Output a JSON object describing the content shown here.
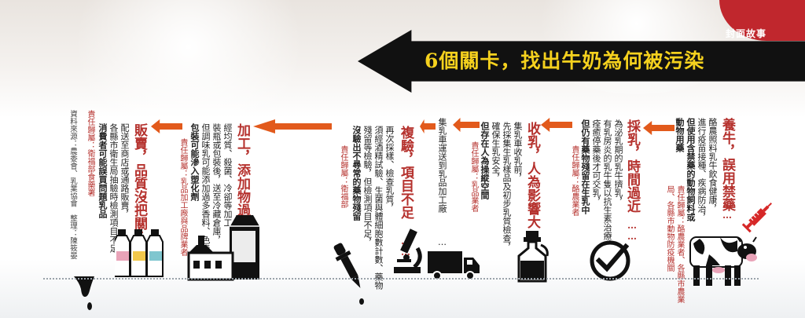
{
  "header": {
    "title": "6個關卡，找出牛奶為何被污染",
    "tag": "封面故事"
  },
  "stages": {
    "s1": {
      "heading": "養牛，誤用禁藥",
      "dots": "……",
      "lines": [
        "酪農照料乳牛飲食健康，",
        "進行疫苗接種、疾病防治，"
      ],
      "bold_lines": [
        "但使用含禁藥的動物飼料或",
        "動物用藥"
      ],
      "resp": [
        "責任歸屬：酪農業者、各縣市農業",
        "局、各縣市動物防疫機關"
      ]
    },
    "s2": {
      "heading": "採乳，時間過近",
      "dots": "……",
      "lines": [
        "為泌乳期的乳牛擠乳，",
        "有乳房炎的乳牛隻以抗生素治療，",
        "痊癒停藥後才可交乳，"
      ],
      "bold_lines": [
        "但仍有藥物殘留在生乳中"
      ],
      "resp": [
        "責任歸屬：酪農業者"
      ]
    },
    "s3": {
      "heading": "收乳，人為影響大",
      "dots": "……",
      "lines": [
        "集乳車收乳前，",
        "先採集生乳樣品及初步乳質檢查，",
        "確保生乳安全，"
      ],
      "bold_lines": [
        "但存在人為操縱空間"
      ],
      "resp": [
        "責任歸屬：乳品業者"
      ]
    },
    "s4": {
      "lines": [
        "集乳車運送到乳品加工廠"
      ],
      "dots": "……"
    },
    "s5": {
      "heading": "複驗，項目不足",
      "dots": "……",
      "lines": [
        "再次採樣、檢查乳質，",
        "須經酒精試驗、生菌與體細胞數計數、藥物",
        "殘留等檢驗，但檢測項目不足，"
      ],
      "bold_lines": [
        "沒驗出不尋常的藥物殘留"
      ],
      "resp": [
        "責任歸屬：衛福部"
      ]
    },
    "s6": {
      "heading": "加工，添加物過多",
      "dots": "……",
      "lines": [
        "經均質、殺菌、冷卻等加工，",
        "裝瓶或包裝後，送至冷藏倉庫，",
        "但調味乳可能添加過多香料、色素，"
      ],
      "bold_lines": [
        "包裝可能滲入塑化劑"
      ],
      "resp": [
        "責任歸屬：乳品加工廠與品牌業者"
      ]
    },
    "s7": {
      "heading": "販賣，品質沒把關",
      "dots": "……",
      "lines": [
        "配送至商店或通路販賣，",
        "各縣市衛生局抽驗時檢測項目不足，"
      ],
      "bold_lines": [
        "消費者可能誤買問題乳品"
      ],
      "resp": [
        "責任歸屬：衛福部食藥署"
      ]
    }
  },
  "source": "資料來源：農委會、乳業協會　整理：陳筱晏",
  "colors": {
    "accent_red": "#b5312d",
    "arrow_orange": "#e25a1c",
    "title_yellow": "#f5d11e",
    "tag_red": "#c0272d"
  },
  "icons": {
    "s1": [
      "syringe-icon",
      "cow-icon"
    ],
    "s2": "checkmark-clock-icon",
    "s3": "milk-can-icon",
    "s4": "truck-icon",
    "s5": [
      "microscope-icon",
      "dropper-icon"
    ],
    "s6": "factory-milk-carton-icon",
    "s7": "milk-bottles-icon"
  }
}
